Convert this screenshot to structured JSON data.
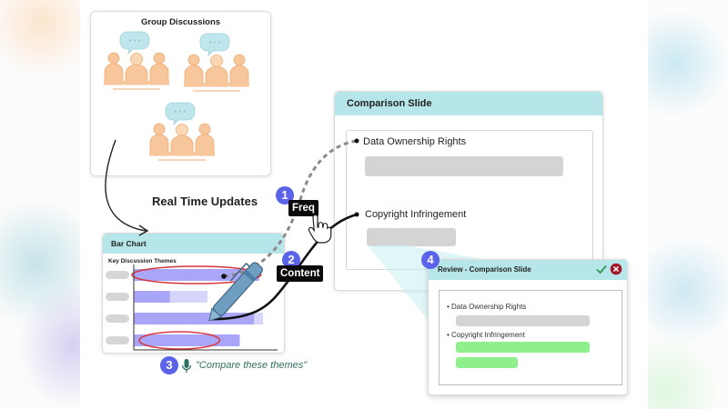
{
  "group_discussions": {
    "title": "Group Discussions",
    "groups": [
      {
        "icon": "group-discussion-illustration"
      },
      {
        "icon": "group-discussion-illustration"
      },
      {
        "icon": "group-discussion-illustration"
      }
    ]
  },
  "flow": {
    "real_time_updates_label": "Real Time Updates"
  },
  "bar_chart": {
    "header": "Bar Chart",
    "subtitle": "Key Discussion Themes",
    "rows": [
      {
        "primary": 0.97,
        "secondary": 0.97,
        "highlighted": true
      },
      {
        "primary": 0.28,
        "secondary": 0.57,
        "highlighted": false
      },
      {
        "primary": 0.93,
        "secondary": 1.0,
        "highlighted": false
      },
      {
        "primary": 0.82,
        "secondary": 0.82,
        "highlighted": true
      }
    ],
    "colors": {
      "primary": "#a9a6f7",
      "secondary": "#d6d5fb",
      "highlight": "#d9363e"
    }
  },
  "steps": [
    {
      "number": "1",
      "label": "Freq"
    },
    {
      "number": "2",
      "label": "Content"
    },
    {
      "number": "3",
      "voice_command": "\"Compare these themes\""
    },
    {
      "number": "4"
    }
  ],
  "comparison_slide": {
    "header": "Comparison Slide",
    "items": [
      {
        "label": "Data Ownership Rights"
      },
      {
        "label": "Copyright Infringement"
      }
    ]
  },
  "review": {
    "header": "Review - Comparison Slide",
    "accept_icon": "check-icon",
    "reject_icon": "close-circle-icon",
    "items": [
      {
        "label": "Data Ownership Rights",
        "status": "unchanged"
      },
      {
        "label": "Copyright Infringement",
        "status": "added"
      }
    ]
  },
  "colors": {
    "header_bg": "#b7e6ea",
    "badge": "#5b63e8",
    "people": "#f7c79b",
    "bubble": "#bfe6ec",
    "accept": "#2e9a4e",
    "reject": "#a3192b",
    "added": "#8ef08a"
  }
}
